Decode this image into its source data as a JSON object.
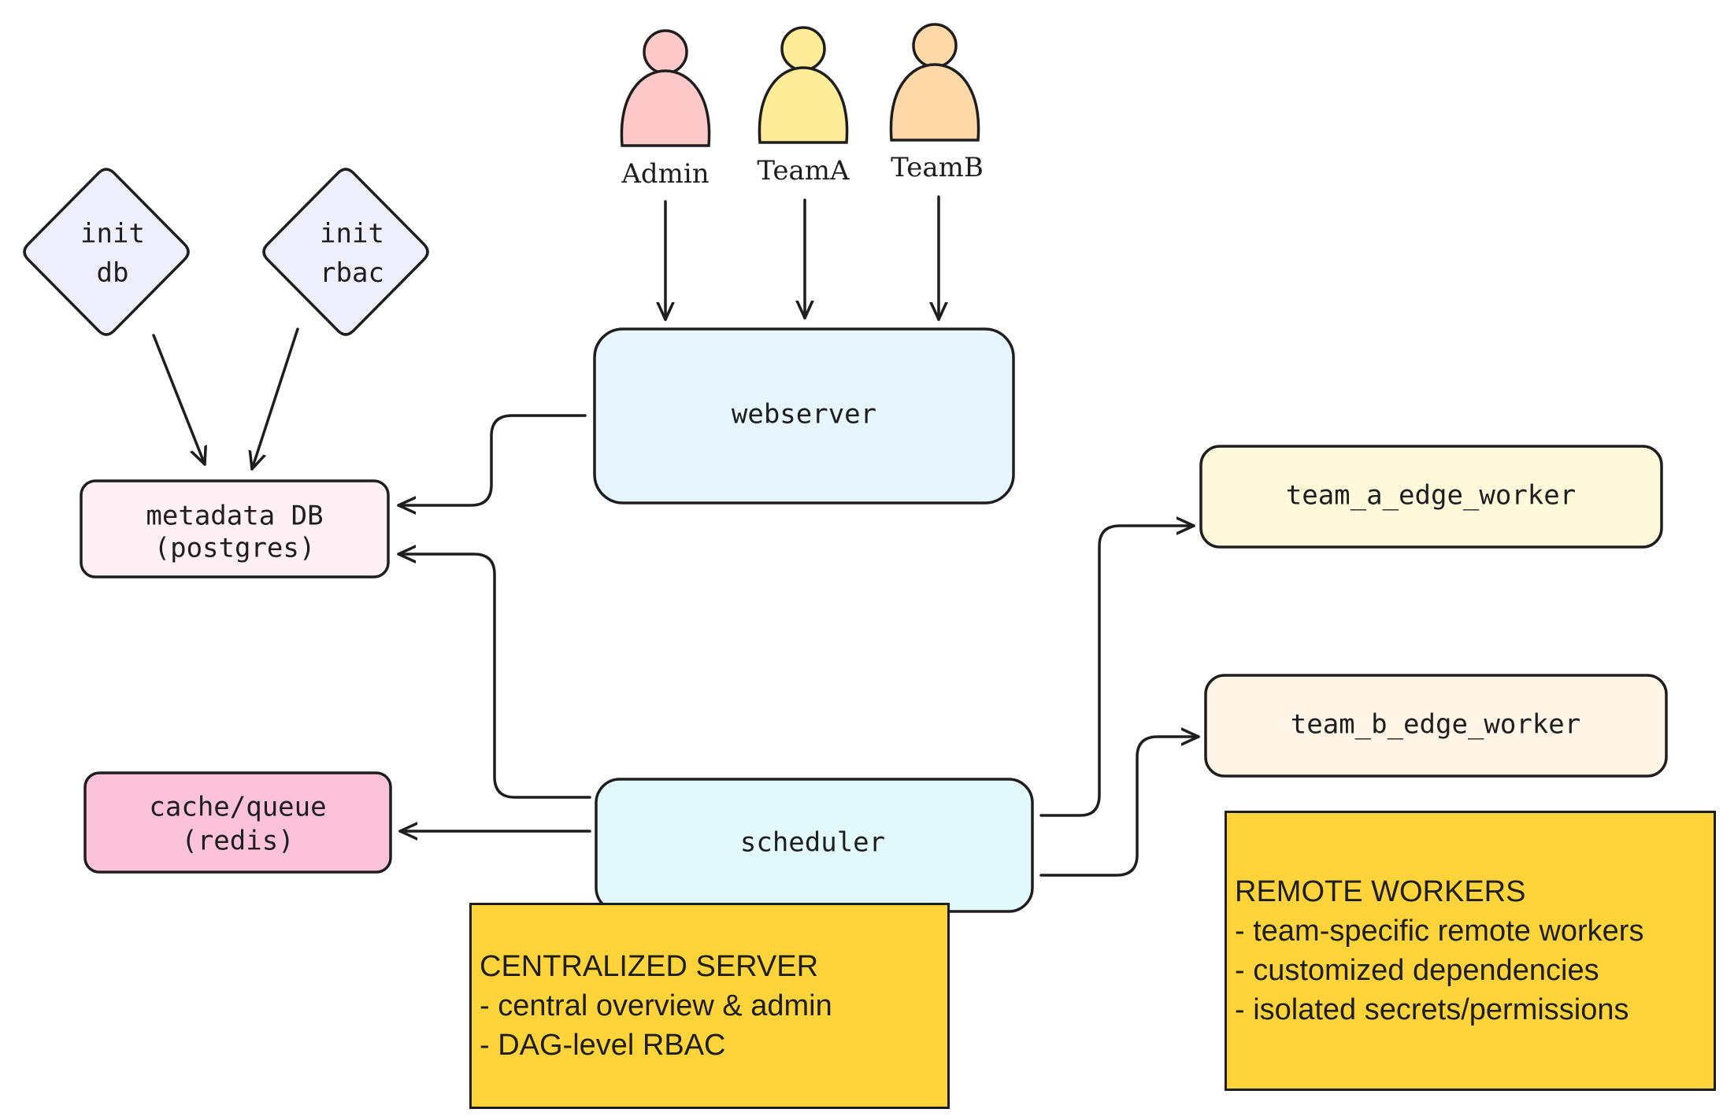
{
  "colors": {
    "stroke": "#1e1e1e",
    "diamond_fill": "#efeefc",
    "metadata_fill": "#fff0f6",
    "cache_fill": "#fcc2d7",
    "webserver_fill": "#e7f5ff",
    "scheduler_fill": "#e3fafc",
    "team_a_fill": "#fff9db",
    "team_b_fill": "#fff4e6",
    "note_fill": "#ffd43b",
    "admin_fill": "#ffc9c9",
    "team_a_person_fill": "#ffec99",
    "team_b_person_fill": "#ffd8a8"
  },
  "users": [
    {
      "label": "Admin",
      "icon": "person-icon"
    },
    {
      "label": "TeamA",
      "icon": "person-icon"
    },
    {
      "label": "TeamB",
      "icon": "person-icon"
    }
  ],
  "init_nodes": [
    {
      "line1": "init",
      "line2": "db"
    },
    {
      "line1": "init",
      "line2": "rbac"
    }
  ],
  "nodes": {
    "metadata_db": {
      "line1": "metadata DB",
      "line2": "(postgres)"
    },
    "cache_queue": {
      "line1": "cache/queue",
      "line2": "(redis)"
    },
    "webserver": "webserver",
    "scheduler": "scheduler",
    "team_a_edge_worker": "team_a_edge_worker",
    "team_b_edge_worker": "team_b_edge_worker"
  },
  "notes": {
    "centralized": {
      "title": "CENTRALIZED SERVER",
      "items": [
        "- central overview & admin",
        "- DAG-level RBAC"
      ]
    },
    "remote": {
      "title": "REMOTE WORKERS",
      "items": [
        "- team-specific remote workers",
        "- customized dependencies",
        "- isolated secrets/permissions"
      ]
    }
  }
}
